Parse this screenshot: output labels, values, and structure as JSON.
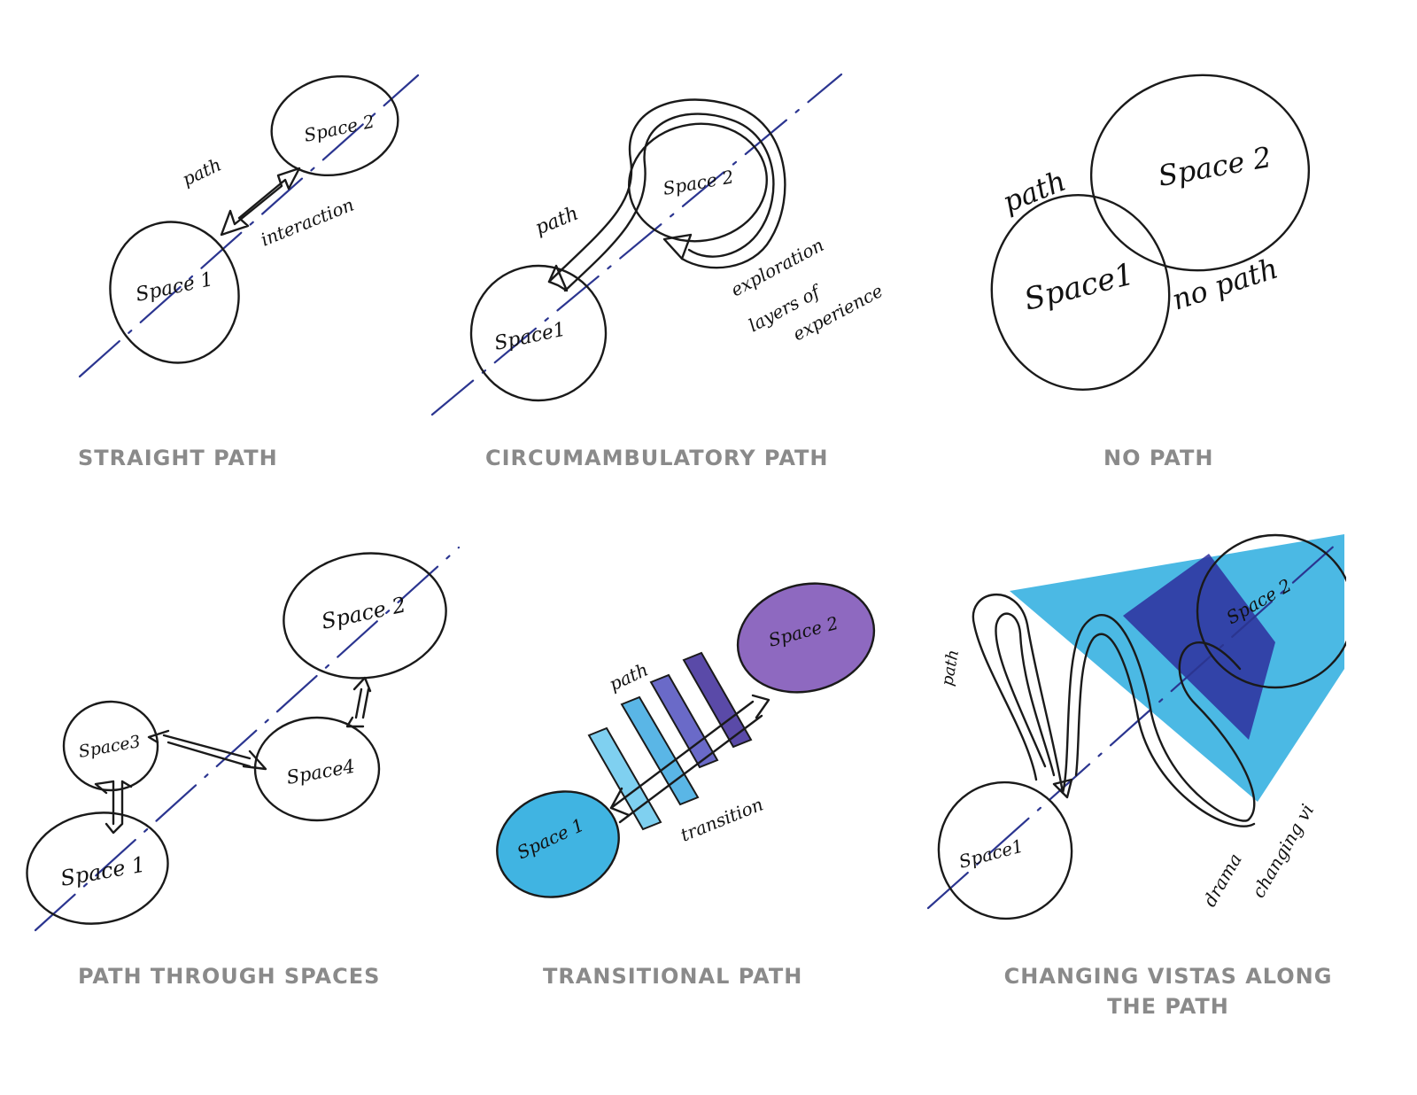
{
  "colors": {
    "ink": "#1a1a1a",
    "axis": "#2b3590",
    "caption": "#8a8a8a",
    "cyan": "#1ea7dd",
    "navy": "#2e2e9e",
    "purple": "#7a4fb5"
  },
  "panels": [
    {
      "caption": "STRAIGHT PATH",
      "labels": {
        "space1": "Space 1",
        "space2": "Space 2",
        "path": "path",
        "interaction": "interaction"
      }
    },
    {
      "caption": "CIRCUMAMBULATORY PATH",
      "labels": {
        "space1": "Space1",
        "space2": "Space 2",
        "path": "path",
        "note1": "exploration",
        "note2": "layers of",
        "note3": "experience"
      }
    },
    {
      "caption": "NO PATH",
      "labels": {
        "space1": "Space1",
        "space2": "Space 2",
        "path": "path",
        "nopath": "no path"
      }
    },
    {
      "caption": "PATH THROUGH SPACES",
      "labels": {
        "space1": "Space 1",
        "space2": "Space 2",
        "space3": "Space3",
        "space4": "Space4"
      }
    },
    {
      "caption": "TRANSITIONAL PATH",
      "labels": {
        "space1": "Space 1",
        "space2": "Space 2",
        "path": "path",
        "transition": "transition"
      }
    },
    {
      "caption_line1": "CHANGING VISTAS ALONG",
      "caption_line2": "THE PATH",
      "labels": {
        "space1": "Space1",
        "space2": "Space 2",
        "path": "path",
        "drama": "drama",
        "vistas": "changing vi"
      }
    }
  ]
}
